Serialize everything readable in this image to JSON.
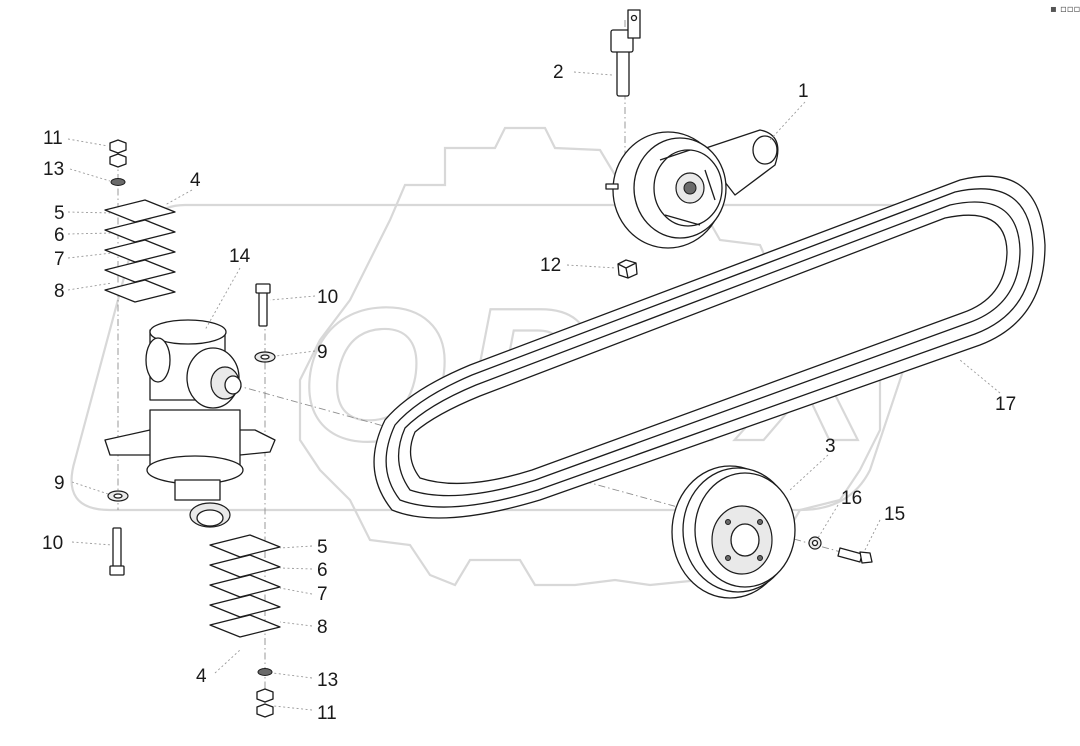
{
  "watermark": {
    "text": "OPEX",
    "stroke_color": "#d8d8d8"
  },
  "corner_mark": "▪ ▫▫▫",
  "callouts": [
    "1",
    "2",
    "3",
    "4",
    "4",
    "5",
    "5",
    "6",
    "6",
    "7",
    "7",
    "8",
    "8",
    "9",
    "9",
    "10",
    "10",
    "11",
    "11",
    "12",
    "13",
    "13",
    "14",
    "15",
    "16",
    "17"
  ],
  "parts": {
    "idler_pulley": "1",
    "tension_bolt": "2",
    "drive_pulley": "3",
    "shim_set": "4",
    "shim_5": "5",
    "shim_6": "6",
    "shim_7": "7",
    "shim_8": "8",
    "washer": "9",
    "bolt": "10",
    "nut": "11",
    "nut_12": "12",
    "lock_washer": "13",
    "gearbox": "14",
    "pulley_bolt": "15",
    "pulley_washer": "16",
    "v_belt": "17"
  },
  "colors": {
    "line": "#1c1c1c",
    "leader": "#9a9a9a",
    "background": "#ffffff"
  }
}
